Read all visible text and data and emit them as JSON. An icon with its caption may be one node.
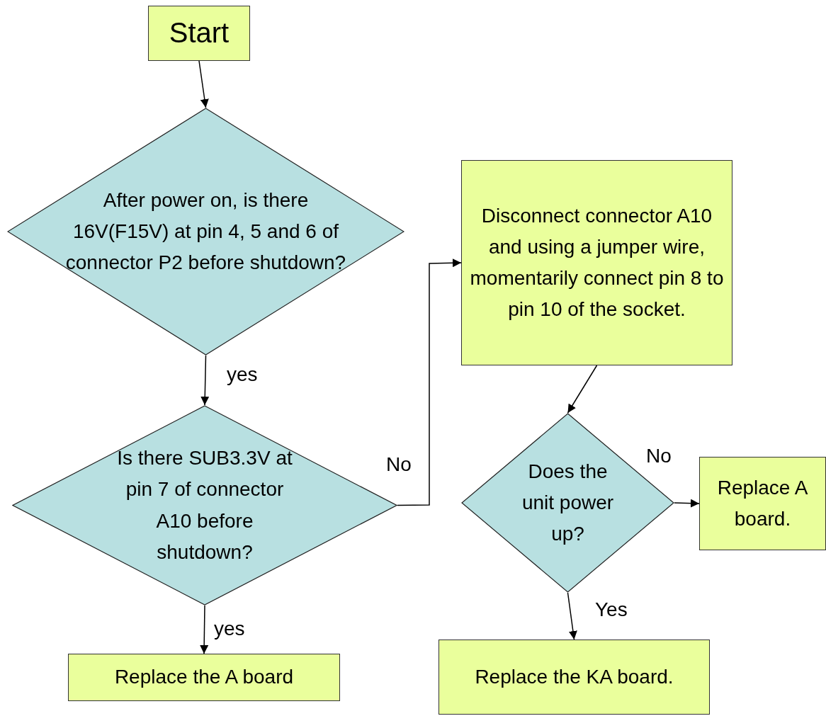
{
  "diagram": {
    "nodes": [
      {
        "text": [
          "Start"
        ]
      },
      {
        "text": [
          "After power on, is there 16V(F15V) at pin 4, 5 and 6 of connector P2 before shutdown?"
        ]
      },
      {
        "text": [
          "Is there SUB3.3V at pin 7 of connector A10 before shutdown?"
        ]
      },
      {
        "text": [
          "Replace the A board"
        ]
      },
      {
        "text": [
          "Disconnect connector A10 and using a jumper wire, momentarily connect pin 8 to pin 10 of the socket."
        ]
      },
      {
        "text": [
          "Does the unit power up?"
        ]
      },
      {
        "text": [
          "Replace A board."
        ]
      },
      {
        "text": [
          "Replace the KA board."
        ]
      }
    ],
    "edges": [
      {
        "from": 0,
        "to": 1,
        "arrow": "to"
      },
      {
        "from": 1,
        "to": 2,
        "arrow": "to",
        "label": "yes"
      },
      {
        "from": 2,
        "to": 3,
        "arrow": "to",
        "label": "yes"
      },
      {
        "from": 2,
        "to": 4,
        "arrow": "to",
        "label": "No"
      },
      {
        "from": 4,
        "to": 5,
        "arrow": "to"
      },
      {
        "from": 5,
        "to": 6,
        "arrow": "to",
        "label": "No"
      },
      {
        "from": 5,
        "to": 7,
        "arrow": "to",
        "label": "Yes"
      }
    ]
  }
}
